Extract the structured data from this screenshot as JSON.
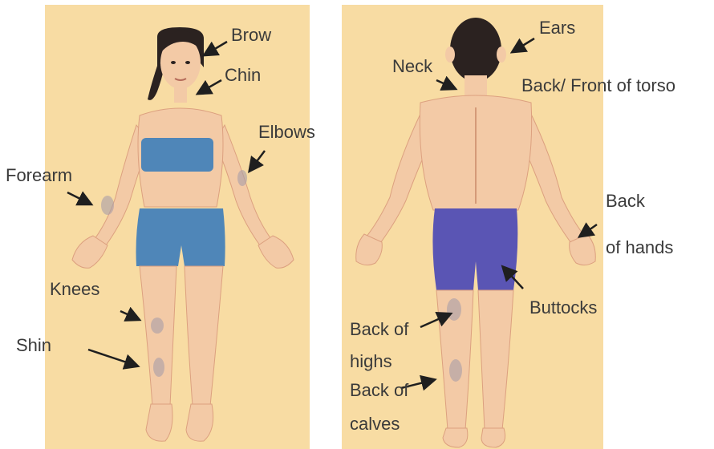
{
  "colors": {
    "panel_bg": "#f8dca3",
    "skin": "#f3caa6",
    "skin_shade": "#dca07f",
    "hair": "#2b2220",
    "front_clothes": "#4f86b8",
    "back_shorts": "#5a55b4",
    "label_text": "#3a3a3a",
    "arrow": "#1f1f1f",
    "bruise": "#a99ca8"
  },
  "front_labels": {
    "brow": "Brow",
    "chin": "Chin",
    "elbows": "Elbows",
    "forearm": "Forearm",
    "knees": "Knees",
    "shin": "Shin"
  },
  "back_labels": {
    "ears": "Ears",
    "neck": "Neck",
    "torso": "Back/ Front of torso",
    "back_hands_1": "Back",
    "back_hands_2": "of hands",
    "buttocks": "Buttocks",
    "thighs_1": "Back of",
    "thighs_2": "highs",
    "calves_1": "Back of",
    "calves_2": "calves"
  }
}
